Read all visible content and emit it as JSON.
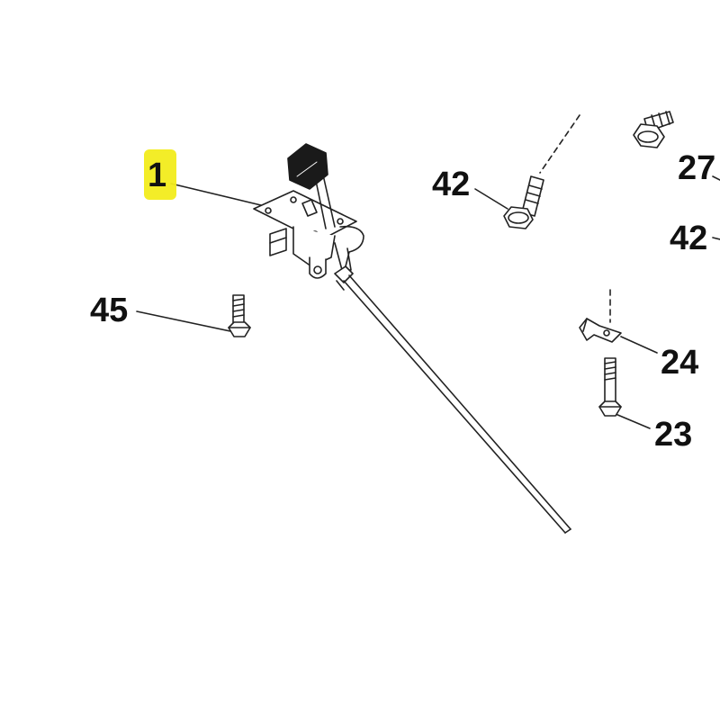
{
  "callouts": {
    "part_1": "1",
    "part_42_top": "42",
    "part_27": "27",
    "part_42_right": "42",
    "part_45": "45",
    "part_24": "24",
    "part_23": "23"
  },
  "colors": {
    "highlight": "#f2ec1c",
    "line": "#222222",
    "lever_knob": "#1a1a1a"
  }
}
